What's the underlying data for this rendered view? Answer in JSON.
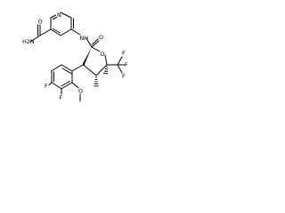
{
  "molecule": {
    "atom_labels": {
      "amide_nh2": "H2N",
      "amide_o_top": "O",
      "amide_nh": "NH",
      "amide_o_mid": "O",
      "pyridine_n": "N",
      "ring_o": "O",
      "f1": "F",
      "f2": "F",
      "f3": "F",
      "ar_f1": "F",
      "ar_f2": "F",
      "methoxy_o": "O"
    }
  }
}
